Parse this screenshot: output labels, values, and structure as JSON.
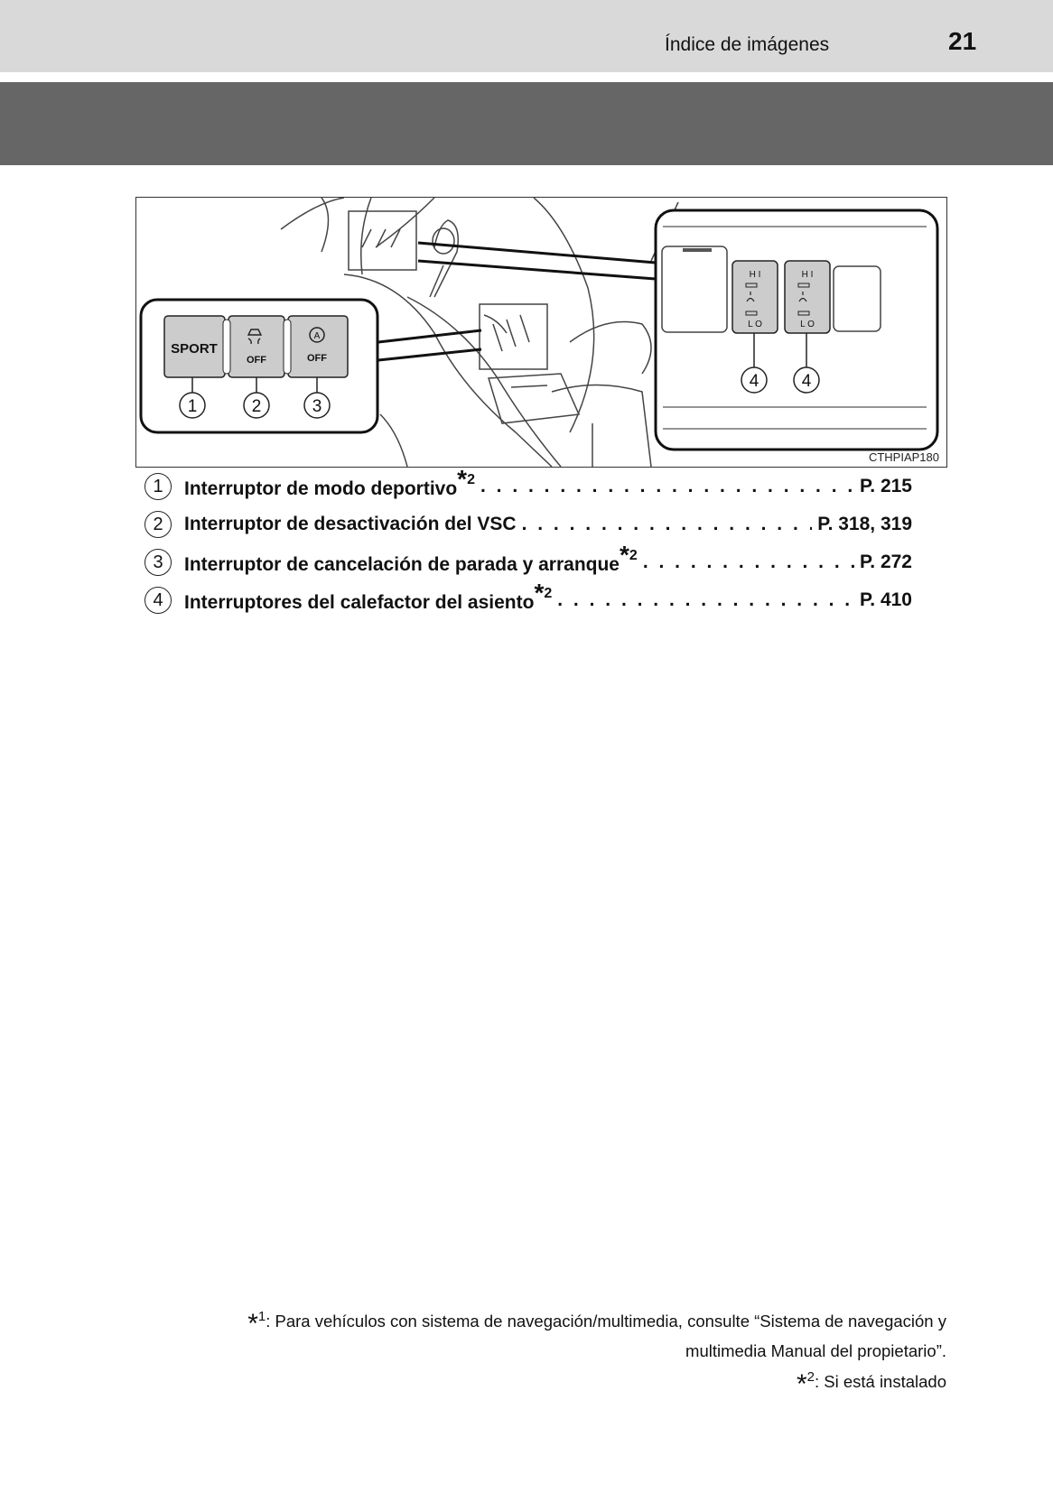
{
  "header": {
    "section_title": "Índice de imágenes",
    "page_number": "21"
  },
  "figure": {
    "code": "CTHPIAP180",
    "left_callout": {
      "switch_labels": [
        "SPORT",
        "OFF",
        "OFF"
      ],
      "letter_on_switch_3": "A",
      "markers": [
        "1",
        "2",
        "3"
      ]
    },
    "right_callout": {
      "hi_label": "H I",
      "lo_label": "L O",
      "markers": [
        "4",
        "4"
      ]
    }
  },
  "items": [
    {
      "number": "1",
      "label": "Interruptor de modo deportivo",
      "note": "2",
      "page": "P. 215"
    },
    {
      "number": "2",
      "label": "Interruptor de desactivación del VSC",
      "note": "",
      "page": "P. 318, 319"
    },
    {
      "number": "3",
      "label": "Interruptor de cancelación de parada y arranque",
      "note": "2",
      "page": "P. 272"
    },
    {
      "number": "4",
      "label": "Interruptores del calefactor del asiento",
      "note": "2",
      "page": "P. 410"
    }
  ],
  "footnotes": {
    "star": "*",
    "fn1_num": "1",
    "fn1_line1": ": Para vehículos con sistema de navegación/multimedia, consulte “Sistema de navegación y",
    "fn1_line2": "multimedia Manual del propietario”.",
    "fn2_num": "2",
    "fn2_text": ": Si está instalado"
  },
  "colors": {
    "header_band": "#d9d9d9",
    "header_dark": "#666666",
    "switch_fill": "#cccccc"
  }
}
